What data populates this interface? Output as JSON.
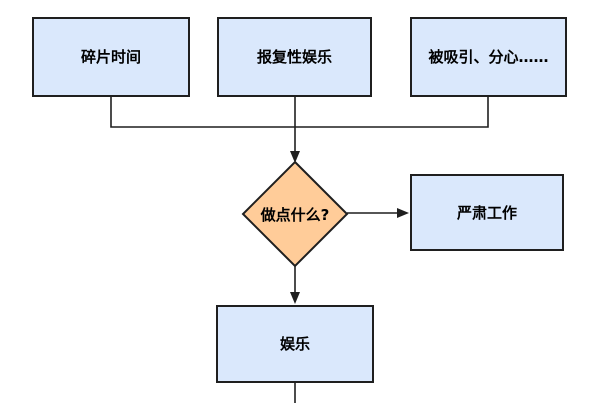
{
  "diagram": {
    "type": "flowchart",
    "background_color": "#ffffff",
    "stroke_color": "#1f1f1f",
    "node_fill_color": "#dae8fc",
    "decision_fill_color": "#ffcc99",
    "nodes": {
      "fragment_time": {
        "label": "碎片时间",
        "shape": "rectangle",
        "fill": "#dae8fc"
      },
      "revenge_entertainment": {
        "label": "报复性娱乐",
        "shape": "rectangle",
        "fill": "#dae8fc"
      },
      "distracted": {
        "label": "被吸引、分心……",
        "shape": "rectangle",
        "fill": "#dae8fc"
      },
      "decision": {
        "label": "做点什么?",
        "shape": "diamond",
        "fill": "#ffcc99"
      },
      "serious_work": {
        "label": "严肃工作",
        "shape": "rectangle",
        "fill": "#dae8fc"
      },
      "entertainment": {
        "label": "娱乐",
        "shape": "rectangle",
        "fill": "#dae8fc"
      }
    },
    "edges": [
      {
        "from": "fragment_time",
        "to": "decision",
        "arrow": true
      },
      {
        "from": "revenge_entertainment",
        "to": "decision",
        "arrow": true
      },
      {
        "from": "distracted",
        "to": "decision",
        "arrow": true
      },
      {
        "from": "decision",
        "to": "serious_work",
        "arrow": true
      },
      {
        "from": "decision",
        "to": "entertainment",
        "arrow": true
      },
      {
        "from": "entertainment",
        "to": "offscreen_bottom",
        "arrow": false
      }
    ]
  }
}
